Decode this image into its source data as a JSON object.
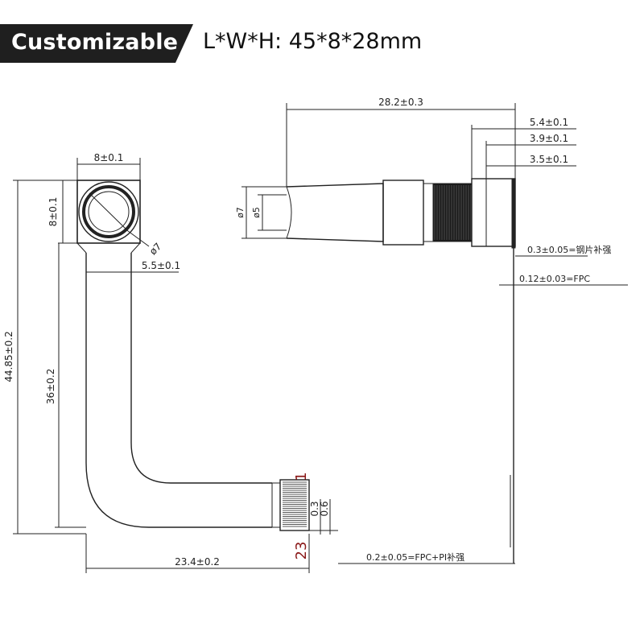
{
  "header": {
    "badge": "Customizable",
    "dimensions": "L*W*H:  45*8*28mm"
  },
  "front_view": {
    "top_width": "8±0.1",
    "side_height": "8±0.1",
    "lens_diameter": "ø7",
    "fpc_width": "5.5±0.1",
    "total_height": "44.85±0.2",
    "fpc_height": "36±0.2",
    "total_width": "23.4±0.2",
    "connector_pitch_a": "0.3",
    "connector_pitch_b": "0.6",
    "pin_first": "1",
    "pin_last": "23"
  },
  "side_view": {
    "total_length": "28.2±0.3",
    "dim_a": "5.4±0.1",
    "dim_b": "3.9±0.1",
    "dim_c": "3.5±0.1",
    "outer_diameter": "ø7",
    "inner_diameter": "ø5",
    "steel_stiffener": "0.3±0.05=钢片补强",
    "fpc_thickness": "0.12±0.03=FPC",
    "pi_stiffener": "0.2±0.05=FPC+PI补强"
  },
  "colors": {
    "line": "#222222",
    "pin_label": "#8b1a1a"
  }
}
